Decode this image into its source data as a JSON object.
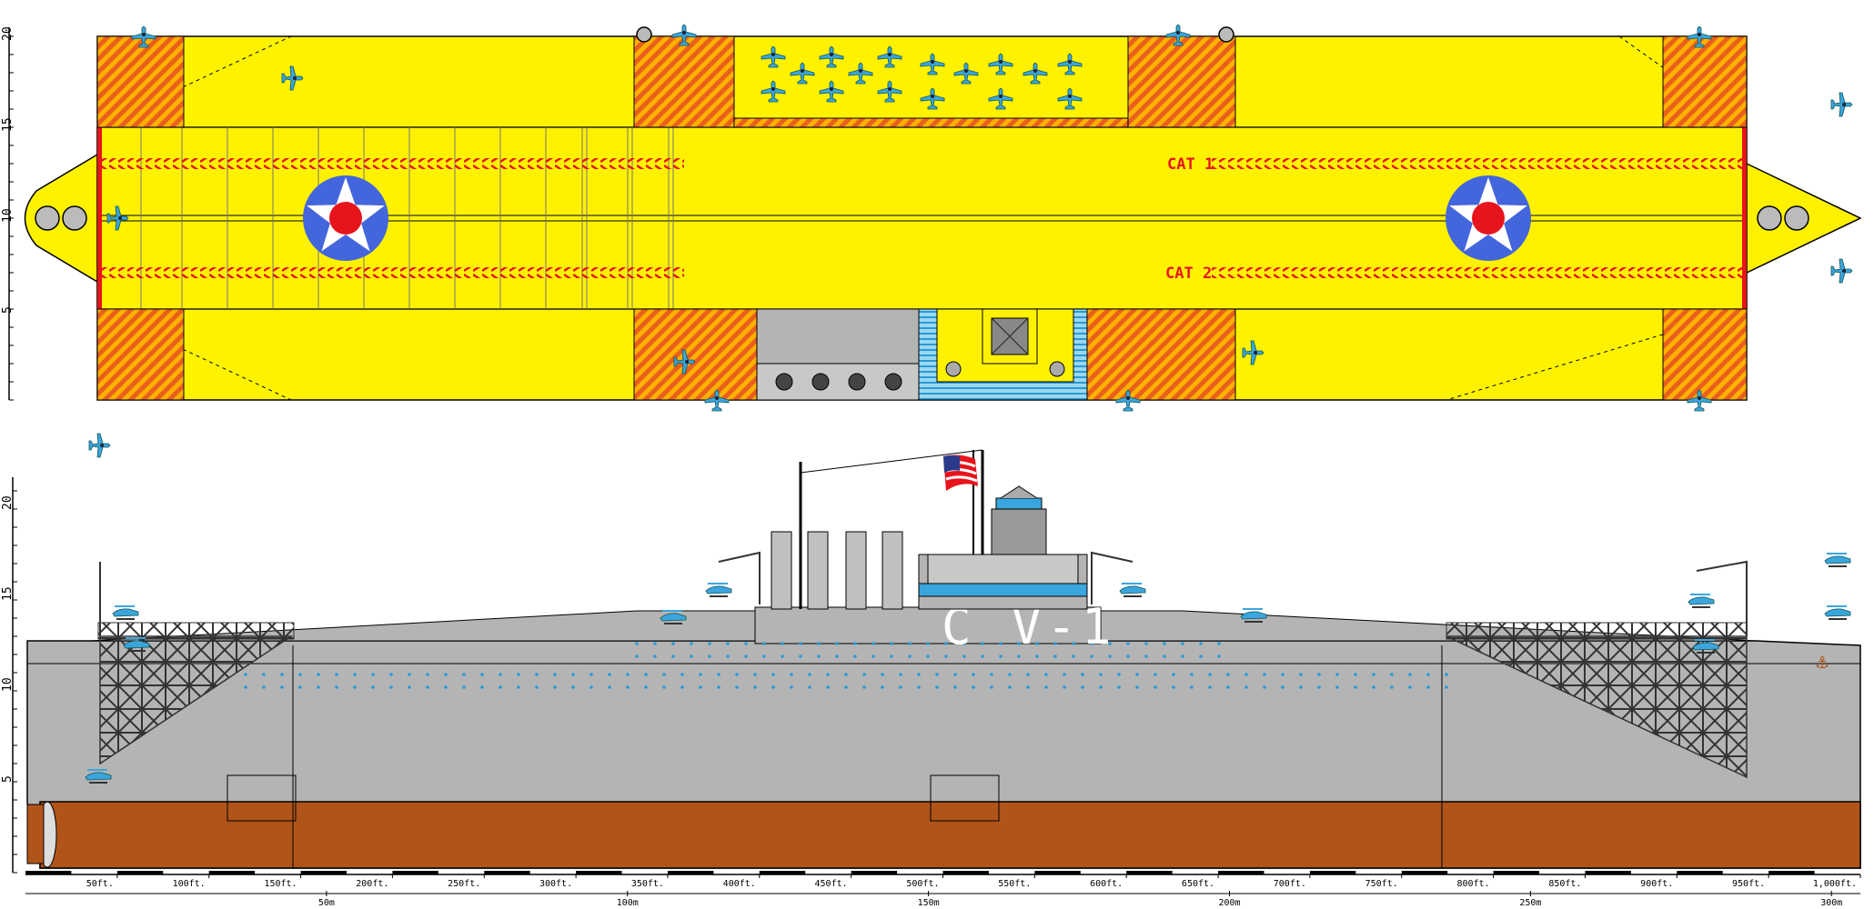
{
  "hull_number": "C V-1",
  "catapults": [
    "CAT 1",
    "CAT 2"
  ],
  "scale_bar": {
    "feet_labels": [
      "50ft.",
      "100ft.",
      "150ft.",
      "200ft.",
      "250ft.",
      "300ft.",
      "350ft.",
      "400ft.",
      "450ft.",
      "500ft.",
      "550ft.",
      "600ft.",
      "650ft.",
      "700ft.",
      "750ft.",
      "800ft.",
      "850ft.",
      "900ft.",
      "950ft.",
      "1,000ft."
    ],
    "meter_labels": [
      "50m",
      "100m",
      "150m",
      "200m",
      "250m",
      "300m"
    ]
  },
  "vertical_ruler_labels": [
    "20",
    "15",
    "10",
    "5"
  ],
  "colors": {
    "deck_yellow": "#fff200",
    "hatch_orange": "#f07a1c",
    "hull_gray": "#b4b4b4",
    "hull_red": "#b0541a",
    "roundel_blue": "#4466dd",
    "roundel_red": "#e8141c",
    "plane_blue": "#3aa6dd",
    "cat_red": "#e8141c"
  },
  "icons": [
    "aircraft-icon",
    "us-flag-icon",
    "roundel-icon",
    "anchor-icon",
    "propeller-icon"
  ]
}
